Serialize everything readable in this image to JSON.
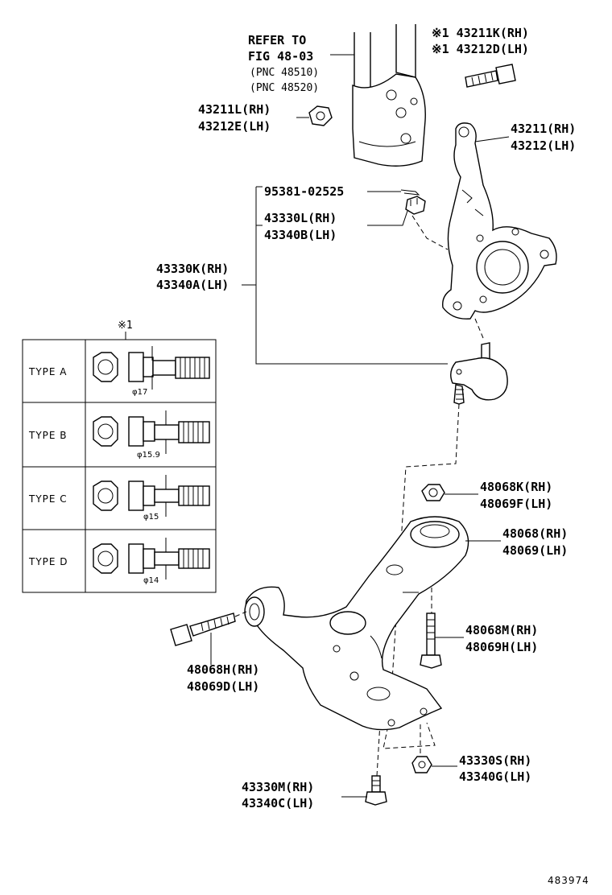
{
  "refer": {
    "line1": "REFER TO",
    "line2": "FIG 48-03",
    "line3": "(PNC 48510)",
    "line4": "(PNC 48520)"
  },
  "callouts": {
    "bolt_top_rh": "※1 43211K(RH)",
    "bolt_top_lh": "※1 43212D(LH)",
    "nut_top_rh": "43211L(RH)",
    "nut_top_lh": "43212E(LH)",
    "knuckle_rh": "43211(RH)",
    "knuckle_lh": "43212(LH)",
    "pin": "95381-02525",
    "castle_nut_rh": "43330L(RH)",
    "castle_nut_lh": "43340B(LH)",
    "ball_joint_rh": "43330K(RH)",
    "ball_joint_lh": "43340A(LH)",
    "nut_mid_rh": "48068K(RH)",
    "nut_mid_lh": "48069F(LH)",
    "arm_rh": "48068(RH)",
    "arm_lh": "48069(LH)",
    "bolt_vert_rh": "48068M(RH)",
    "bolt_vert_lh": "48069H(LH)",
    "bolt_horiz_rh": "48068H(RH)",
    "bolt_horiz_lh": "48069D(LH)",
    "nut_bot_rh": "43330S(RH)",
    "nut_bot_lh": "43340G(LH)",
    "bolt_bot_rh": "43330M(RH)",
    "bolt_bot_lh": "43340C(LH)"
  },
  "types_table": {
    "marker": "※1",
    "rows": [
      {
        "label": "TYPE A",
        "dim": "φ17"
      },
      {
        "label": "TYPE B",
        "dim": "φ15.9"
      },
      {
        "label": "TYPE C",
        "dim": "φ15"
      },
      {
        "label": "TYPE D",
        "dim": "φ14"
      }
    ]
  },
  "diagram_id": "483974"
}
